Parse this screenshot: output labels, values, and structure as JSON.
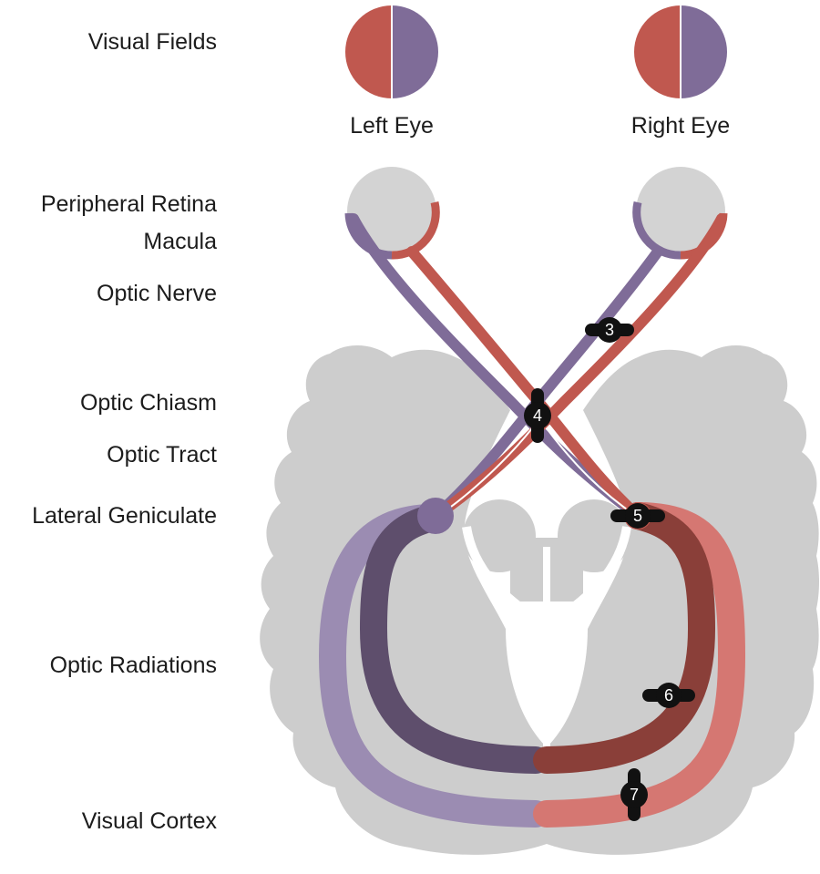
{
  "labels": {
    "visual_fields": "Visual Fields",
    "peripheral_retina": "Peripheral Retina",
    "macula": "Macula",
    "optic_nerve": "Optic Nerve",
    "optic_chiasm": "Optic Chiasm",
    "optic_tract": "Optic Tract",
    "lateral_geniculate": "Lateral Geniculate",
    "optic_radiations": "Optic Radiations",
    "visual_cortex": "Visual Cortex"
  },
  "eyes": {
    "left": "Left Eye",
    "right": "Right Eye"
  },
  "markers": [
    "3",
    "4",
    "5",
    "6",
    "7"
  ],
  "colors": {
    "brain": "#cdcdcd",
    "eye_bg": "#d3d3d3",
    "red": "#c0584f",
    "purple": "#7f6c98",
    "light_red": "#d57772",
    "light_purple": "#9b8cb2",
    "dark_red": "#8a3f39",
    "dark_purple": "#5e4e6c",
    "marker": "#111111"
  }
}
